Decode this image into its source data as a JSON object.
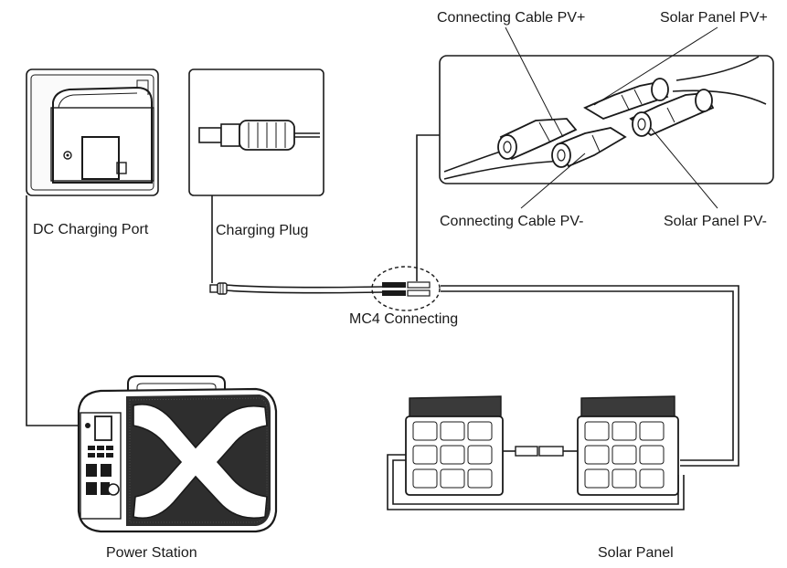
{
  "labels": {
    "dc_charging_port": "DC Charging Port",
    "charging_plug": "Charging Plug",
    "connecting_cable_pv_plus": "Connecting Cable PV+",
    "solar_panel_pv_plus": "Solar Panel PV+",
    "connecting_cable_pv_minus": "Connecting Cable PV-",
    "solar_panel_pv_minus": "Solar Panel PV-",
    "mc4_connecting": "MC4 Connecting",
    "power_station": "Power Station",
    "solar_panel": "Solar Panel"
  },
  "colors": {
    "line": "#1a1a1a",
    "panel_dark": "#3a3a3a",
    "background": "#ffffff"
  }
}
